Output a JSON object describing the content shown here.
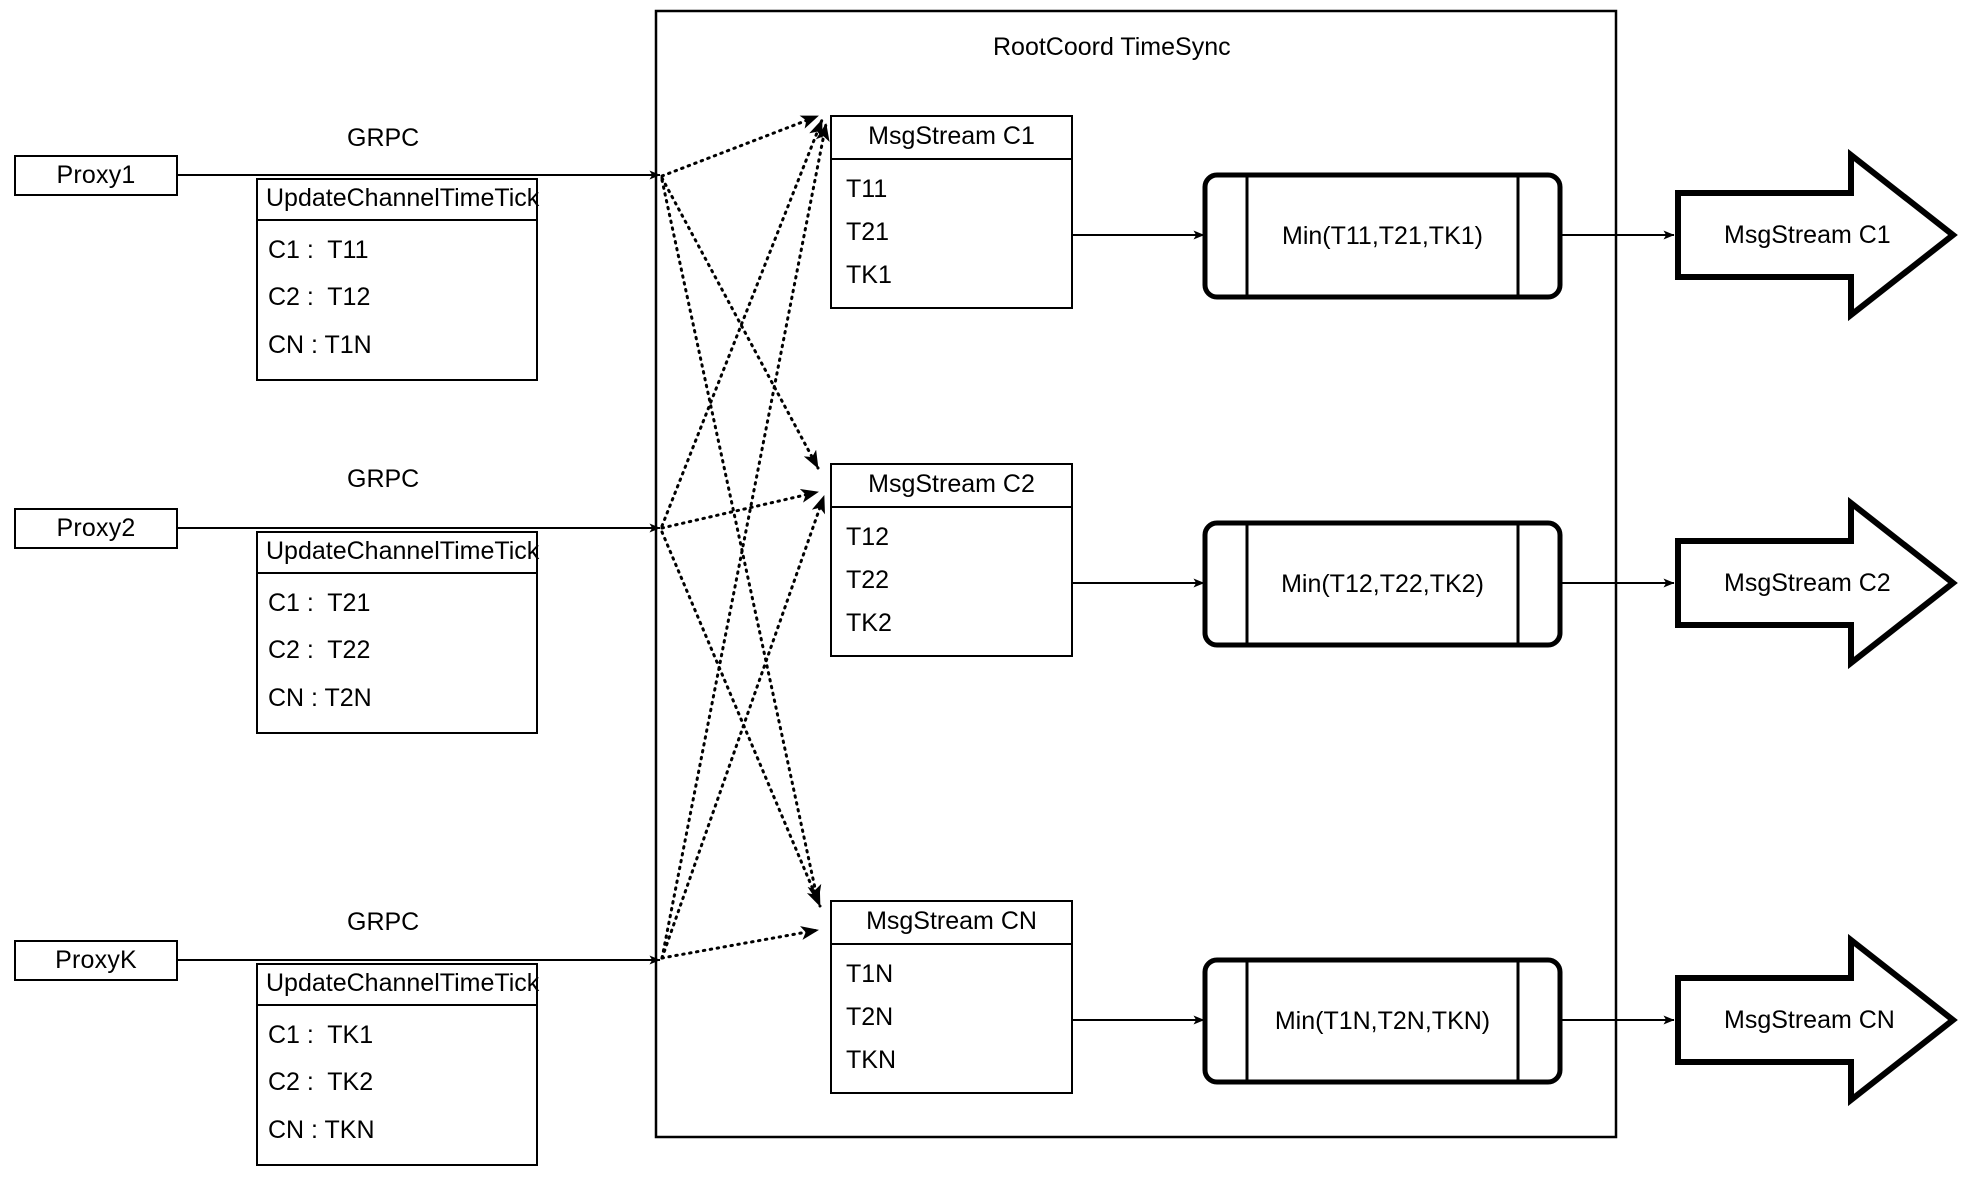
{
  "diagram": {
    "title": "RootCoord TimeSync",
    "edge_label_grpc": "GRPC",
    "colors": {
      "stroke": "#000000",
      "background": "#ffffff"
    }
  },
  "proxies": [
    {
      "name": "Proxy1",
      "link_label": "GRPC",
      "request": {
        "title": "UpdateChannelTimeTick",
        "rows": [
          "C1 :  T11",
          "C2 :  T12",
          "CN : T1N"
        ]
      }
    },
    {
      "name": "Proxy2",
      "link_label": "GRPC",
      "request": {
        "title": "UpdateChannelTimeTick",
        "rows": [
          "C1 :  T21",
          "C2 :  T22",
          "CN : T2N"
        ]
      }
    },
    {
      "name": "ProxyK",
      "link_label": "GRPC",
      "request": {
        "title": "UpdateChannelTimeTick",
        "rows": [
          "C1 :  TK1",
          "C2 :  TK2",
          "CN : TKN"
        ]
      }
    }
  ],
  "channels": [
    {
      "msgstream": {
        "title": "MsgStream C1",
        "rows": [
          "T11",
          "T21",
          "TK1"
        ]
      },
      "min": "Min(T11,T21,TK1)",
      "output": "MsgStream C1"
    },
    {
      "msgstream": {
        "title": "MsgStream C2",
        "rows": [
          "T12",
          "T22",
          "TK2"
        ]
      },
      "min": "Min(T12,T22,TK2)",
      "output": "MsgStream C2"
    },
    {
      "msgstream": {
        "title": "MsgStream CN",
        "rows": [
          "T1N",
          "T2N",
          "TKN"
        ]
      },
      "min": "Min(T1N,T2N,TKN)",
      "output": "MsgStream CN"
    }
  ]
}
